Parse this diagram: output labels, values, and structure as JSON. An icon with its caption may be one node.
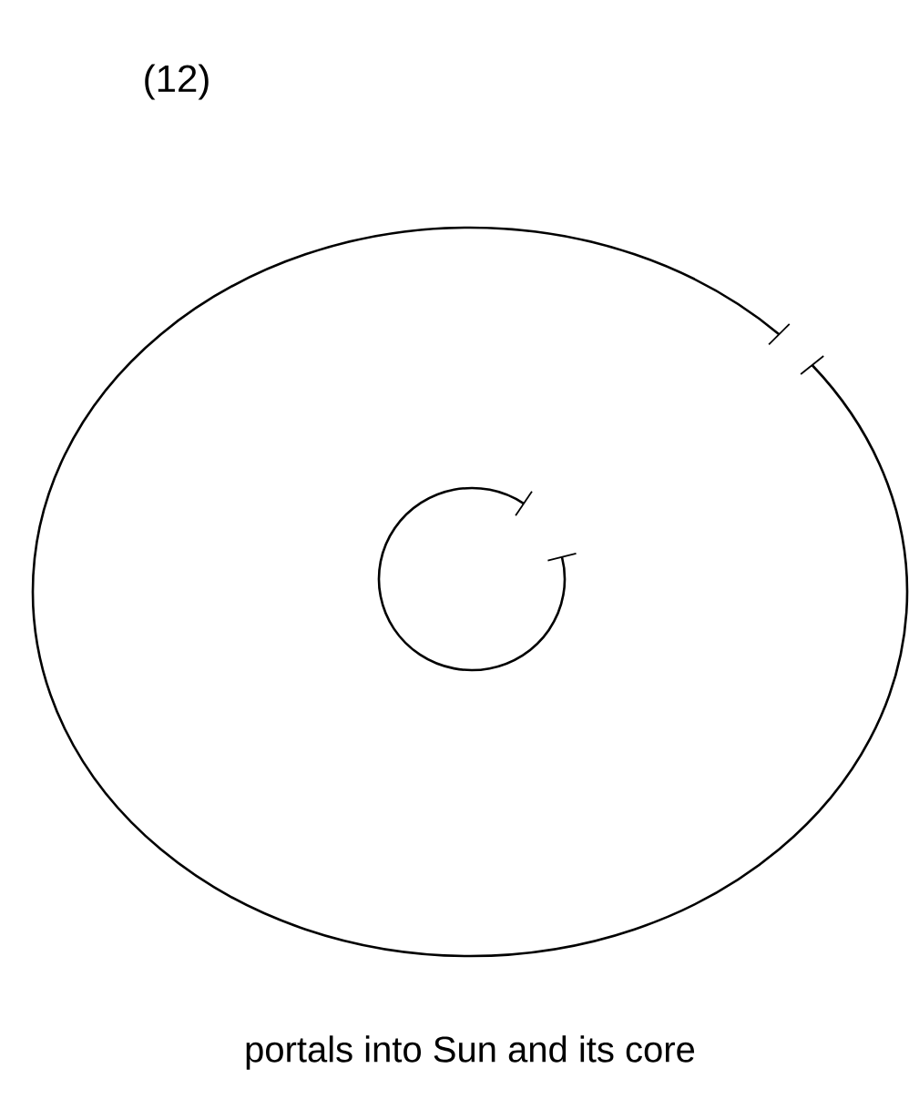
{
  "diagram": {
    "caption": "portals into Sun and its core",
    "nodes": [
      {
        "text": [],
        "shape": "circle"
      },
      {
        "text": [],
        "shape": "circle",
        "in": 0
      }
    ],
    "labels": [
      "(12)"
    ]
  }
}
